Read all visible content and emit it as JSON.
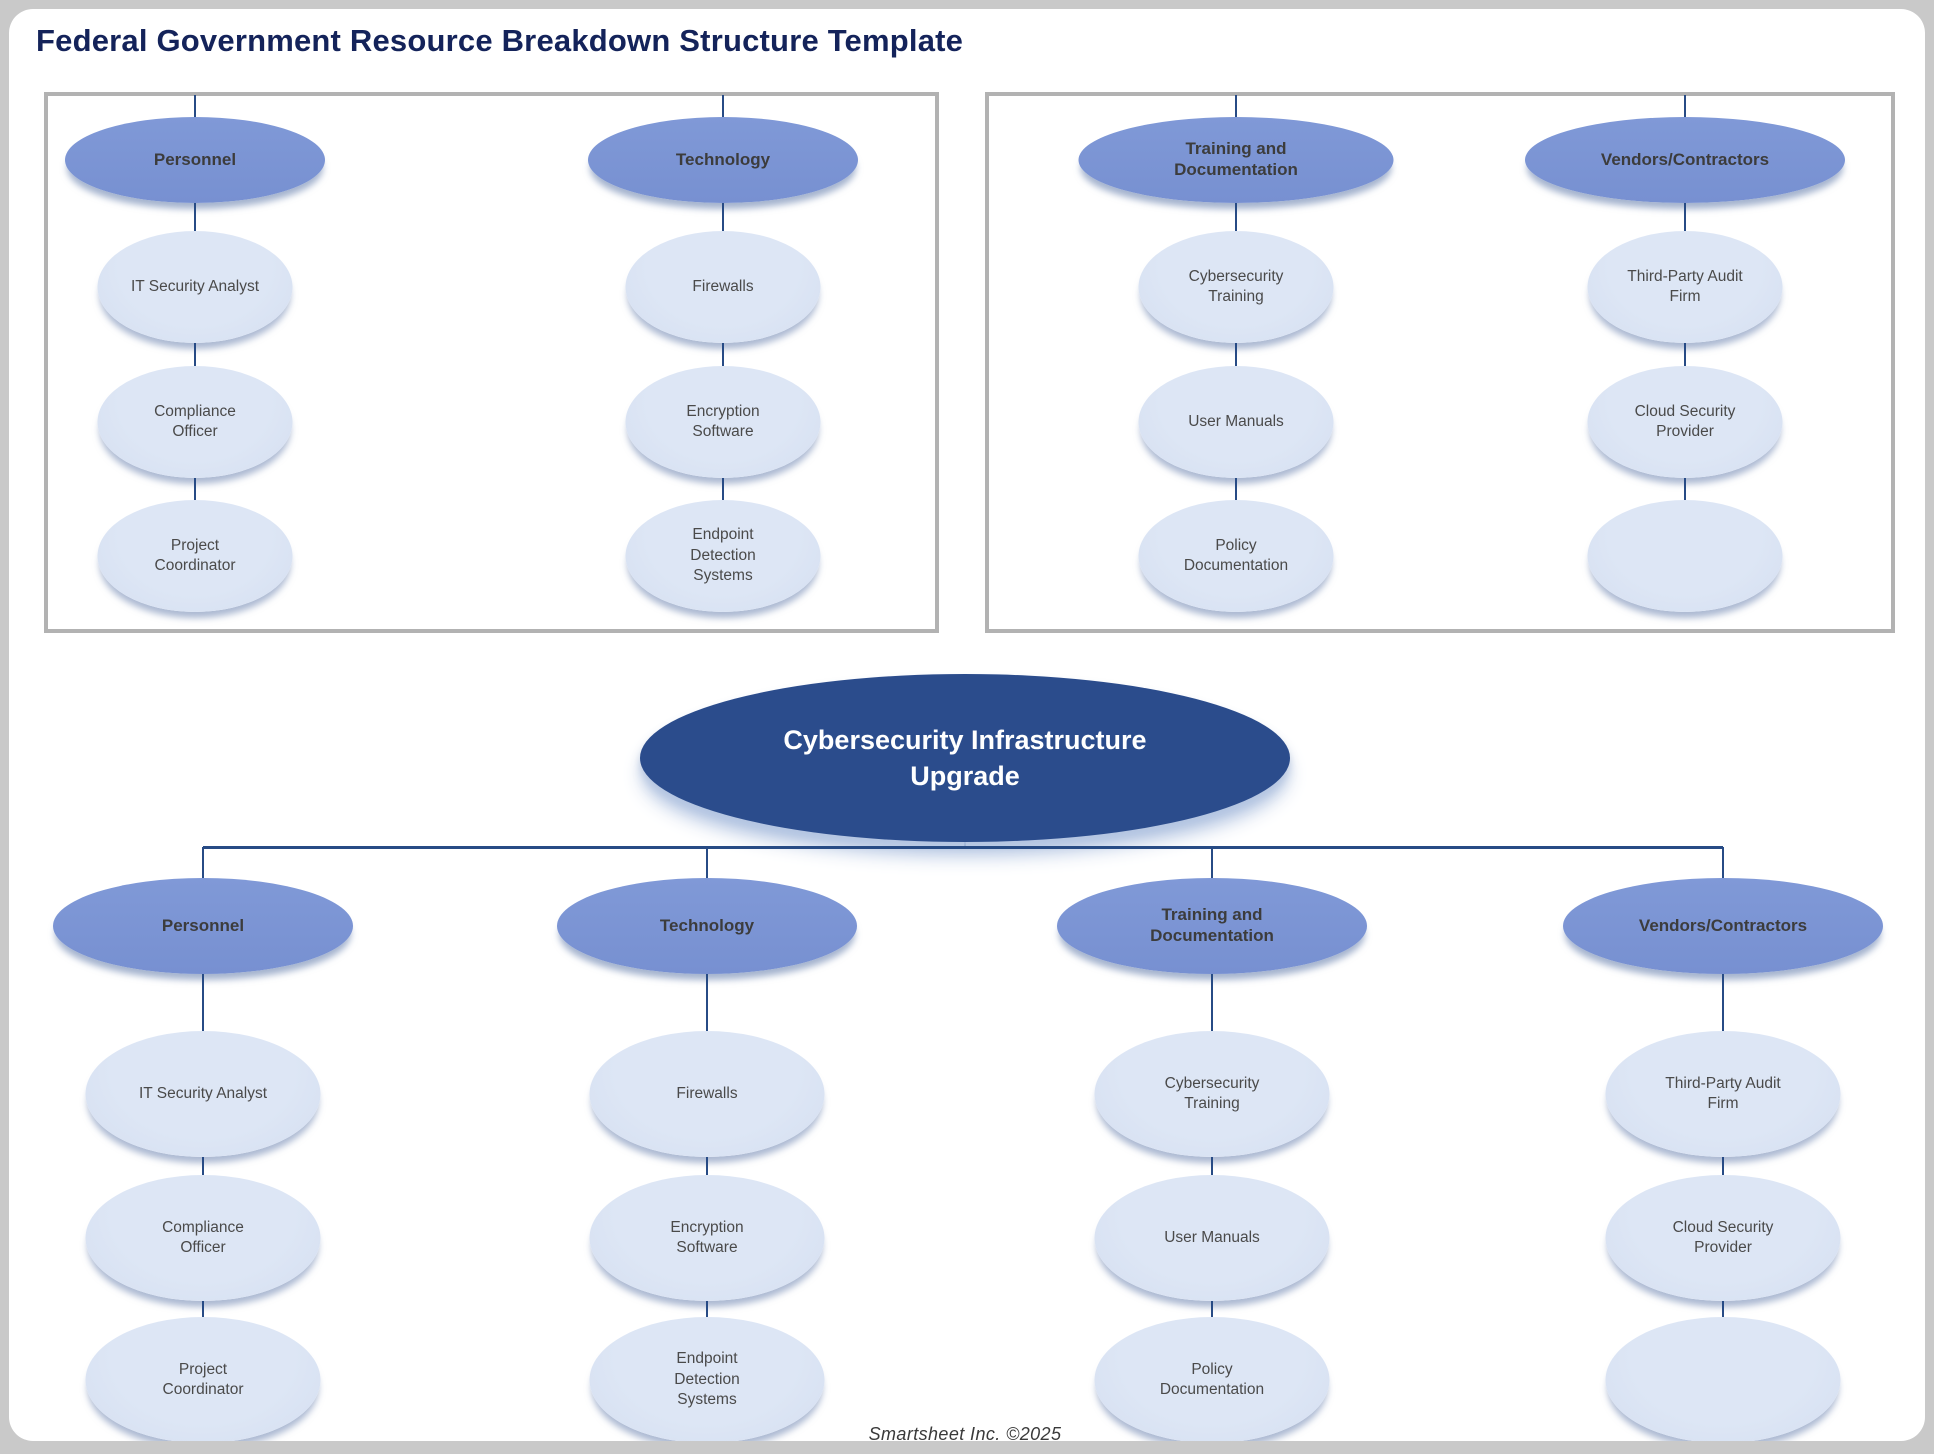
{
  "page": {
    "title": "Federal Government Resource Breakdown Structure Template",
    "footer": "Smartsheet Inc. ©2025",
    "colors": {
      "background": "#c9c9c9",
      "page": "#ffffff",
      "box_border": "#b2b2b2",
      "category_fill": "#7c96d4",
      "child_fill": "#d9e2f3",
      "root_fill": "#2b4c8c",
      "connector": "#274b85",
      "title_text": "#14235a",
      "category_text": "#3c3c3c",
      "child_text": "#4a4a4a",
      "root_text": "#ffffff"
    }
  },
  "root": {
    "label": "Cybersecurity Infrastructure Upgrade"
  },
  "branches": [
    {
      "label": "Personnel",
      "children": [
        "IT Security Analyst",
        "Compliance Officer",
        "Project Coordinator"
      ]
    },
    {
      "label": "Technology",
      "children": [
        "Firewalls",
        "Encryption Software",
        "Endpoint Detection Systems"
      ]
    },
    {
      "label": "Training and Documentation",
      "children": [
        "Cybersecurity Training",
        "User Manuals",
        "Policy Documentation"
      ]
    },
    {
      "label": "Vendors/Contractors",
      "children": [
        "Third-Party Audit Firm",
        "Cloud Security Provider",
        ""
      ]
    }
  ]
}
